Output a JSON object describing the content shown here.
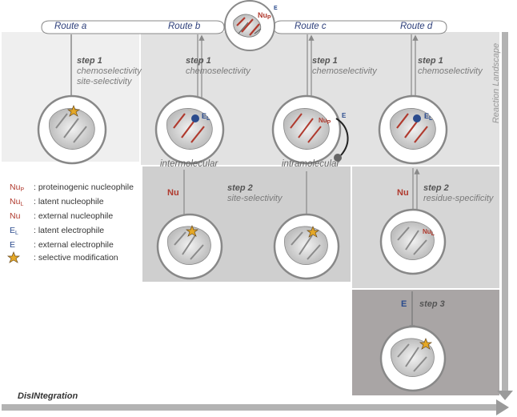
{
  "routes": [
    "Route a",
    "Route b",
    "Route c",
    "Route d"
  ],
  "landscape_label": "Reaction Landscape",
  "disintegration_label": "DisINtegration",
  "route_a": {
    "step1": "step 1",
    "line1": "chemoselectivity",
    "line2": "site-selectivity"
  },
  "route_b": {
    "step1": "step 1",
    "line1": "chemoselectivity",
    "caption": "intermolecular",
    "step2": "step 2",
    "step2_line": "site-selectivity"
  },
  "route_c": {
    "step1": "step 1",
    "line1": "chemoselectivity",
    "caption": "intramolecular"
  },
  "route_d": {
    "step1": "step 1",
    "line1": "chemoselectivity",
    "step2": "step 2",
    "step2_line": "residue-specificity",
    "step3": "step 3"
  },
  "reagents": {
    "nu": "Nu",
    "e": "E"
  },
  "top_protein": {
    "label": "Nu",
    "label_sub": "P",
    "e_mark": "E"
  },
  "protein_b_label": {
    "main": "E",
    "sub": "L"
  },
  "protein_c_label": {
    "main": "Nu",
    "sub": "P",
    "e": "E"
  },
  "protein_d_label": {
    "main": "E",
    "sub": "L"
  },
  "protein_d2_label": {
    "main": "Nu",
    "sub": "L"
  },
  "legend": [
    {
      "sym": "Nu",
      "sub": "P",
      "text": ": proteinogenic nucleophile",
      "color": "red"
    },
    {
      "sym": "Nu",
      "sub": "L",
      "text": ": latent nucleophile",
      "color": "red"
    },
    {
      "sym": "Nu",
      "sub": "",
      "text": ": external nucleophile",
      "color": "red"
    },
    {
      "sym": "E",
      "sub": "L",
      "text": ": latent electrophile",
      "color": "blue"
    },
    {
      "sym": "E",
      "sub": "",
      "text": ": external electrophile",
      "color": "blue"
    },
    {
      "sym": "star",
      "sub": "",
      "text": ": selective modification",
      "color": "gold"
    }
  ],
  "colors": {
    "accent_red": "#b03a2e",
    "accent_blue": "#2a4b8d",
    "route_text": "#2c3e7a",
    "star": "#e5a826"
  }
}
